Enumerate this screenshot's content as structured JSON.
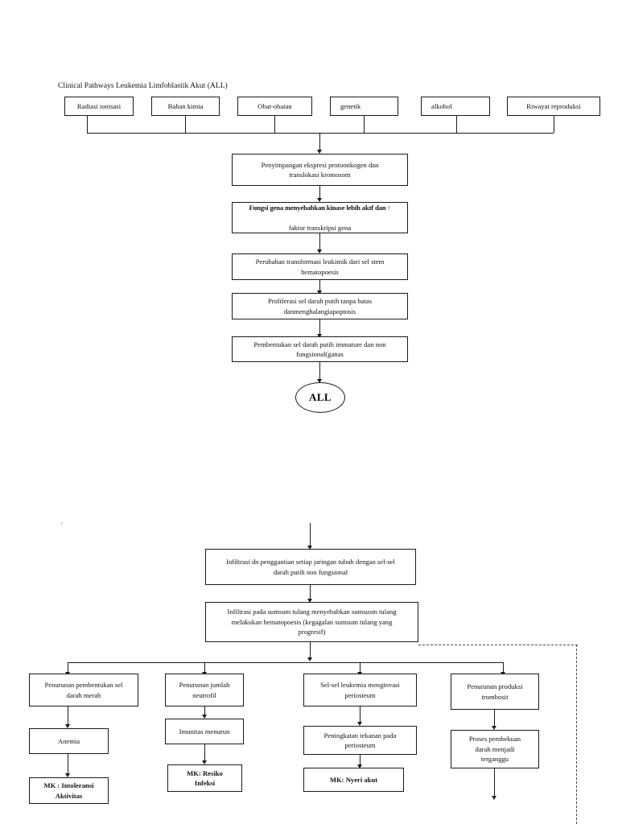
{
  "document": {
    "title": "Clinical Pathways Leukemia Limfoblastik Akut (ALL)",
    "stray_mark": "'"
  },
  "risk_factors": [
    {
      "label": "Radiasi ionisasi"
    },
    {
      "label": "Bahan kimia"
    },
    {
      "label": "Obat-obatan"
    },
    {
      "label": "genetik"
    },
    {
      "label": "alkohol"
    },
    {
      "label": "Riwayat reproduksi"
    }
  ],
  "pathway": {
    "step1": "Penyimpangan ekspresi protoonkogen dan\ntranslokasi kromosom",
    "step2_line1": "Fungsi gena menyebabkan kinase lebih aktf dan ↑",
    "step2_line2": "faktor transkripsi gena",
    "step3": "Perubahan transformasi leukimik dari sel stem\nhematopoesis",
    "step4": "Proliferasi sel darah putih tanpa batas\ndanmenghalangiapoptosis",
    "step5": "Pembentukan sel darah putih immature dan non\nfungsional(ganas",
    "diagnosis": "ALL"
  },
  "lower_pathway": {
    "infiltration": "Infiltrasi dn penggantian setiap jaringan tubuh dengan sel-sel\ndarah putih non fungsional",
    "marrow": "Infiltrasi pada sumsum tulang menyebabkan sumsusm tulang\nmelakukan hematopoesis (kegagalan sumsum tulang yang\nprogresif)"
  },
  "branches": [
    {
      "level1": "Penurunan pembentukan sel\ndarah merah",
      "level2": "Anemia",
      "level3": "MK : Intoleransi\nAktivitas"
    },
    {
      "level1": "Penurunan jumlah\nneutrofil",
      "level2": "Imunitas menurun",
      "level3": "MK: Resiko\nInfeksi"
    },
    {
      "level1": "Sel-sel leukemia menginvasi\nperiosteum",
      "level2": "Peningkatan tekanan pada\nperiosteum",
      "level3": "MK: Nyeri akut"
    },
    {
      "level1": "Penurunan produksi\ntrombosit",
      "level2": "Proses pembekuan\ndarah menjadi\nterganggu",
      "level3": ""
    }
  ]
}
